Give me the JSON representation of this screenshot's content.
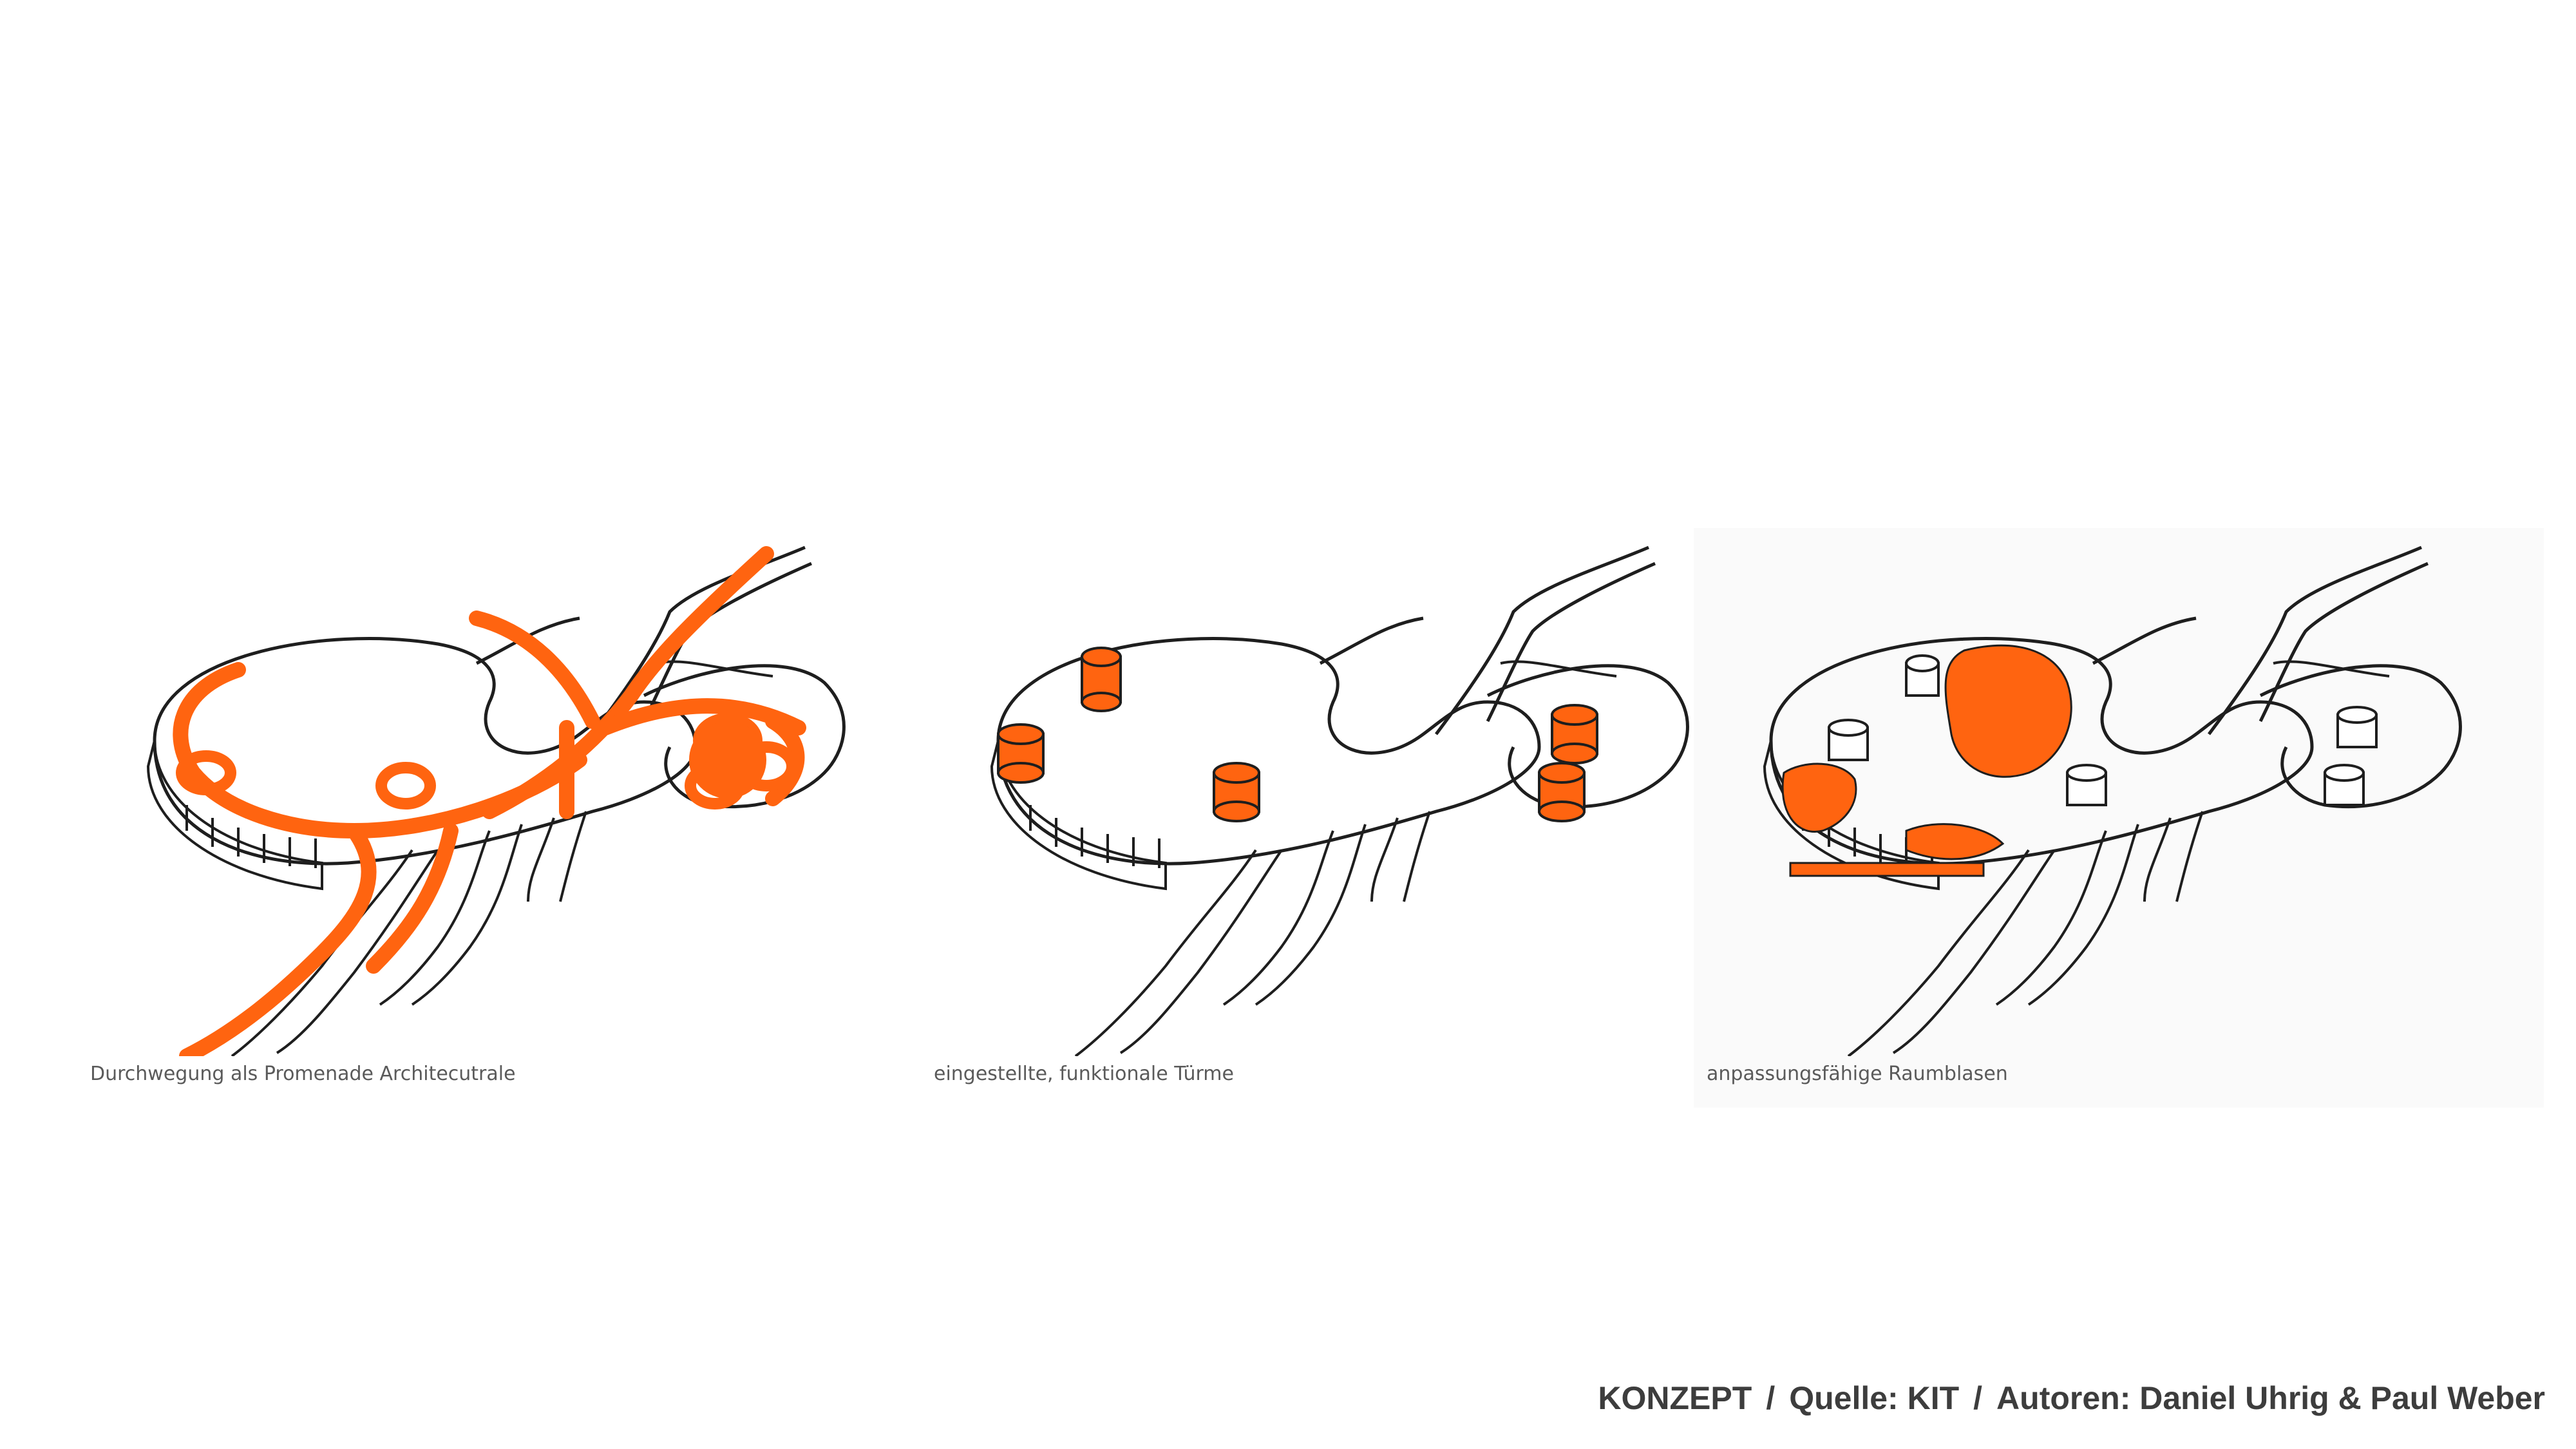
{
  "panels": [
    {
      "caption": "Durchwegung als Promenade Architecutrale",
      "highlight": "routes"
    },
    {
      "caption": "eingestellte, funktionale Türme",
      "highlight": "towers"
    },
    {
      "caption": "anpassungsfähige Raumblasen",
      "highlight": "bubbles"
    }
  ],
  "footer": {
    "label": "KONZEPT",
    "separator": "/",
    "source": "Quelle: KIT",
    "authors": "Autoren: Daniel Uhrig & Paul Weber"
  },
  "colors": {
    "accent": "#ff6410",
    "line": "#1e1e1e",
    "caption": "#5a5a5a",
    "footer": "#3d3d3d",
    "background": "#ffffff"
  }
}
